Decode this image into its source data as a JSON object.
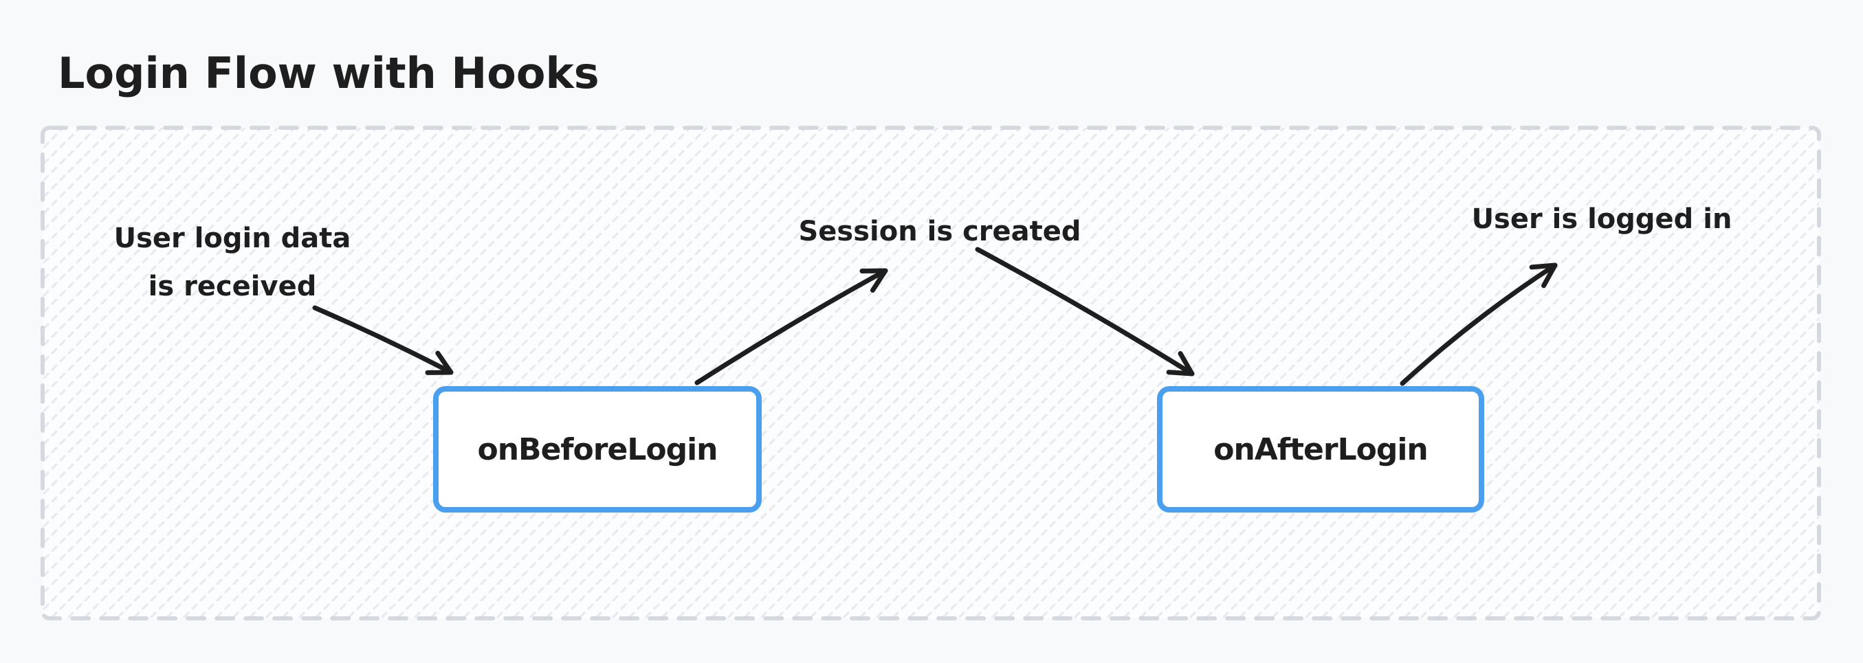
{
  "page": {
    "title": "Login Flow with Hooks",
    "background": "#f8f9fa"
  },
  "diagram": {
    "nodes": [
      {
        "id": "onBeforeLogin",
        "label": "onBeforeLogin"
      },
      {
        "id": "onAfterLogin",
        "label": "onAfterLogin"
      }
    ],
    "annotations": [
      {
        "id": "login-data-received",
        "text": "User login data\nis received"
      },
      {
        "id": "session-created",
        "text": "Session is created"
      },
      {
        "id": "user-logged-in",
        "text": "User is logged in"
      }
    ],
    "edges": [
      {
        "from": "login-data-received",
        "to": "onBeforeLogin"
      },
      {
        "from": "onBeforeLogin",
        "to": "session-created"
      },
      {
        "from": "session-created",
        "to": "onAfterLogin"
      },
      {
        "from": "onAfterLogin",
        "to": "user-logged-in"
      }
    ],
    "colors": {
      "ink": "#1e1e1e",
      "node_border": "#4a9fee",
      "node_fill": "#ffffff",
      "frame_border": "#d5d8de",
      "hatch_stroke": "#e8eaef"
    }
  }
}
